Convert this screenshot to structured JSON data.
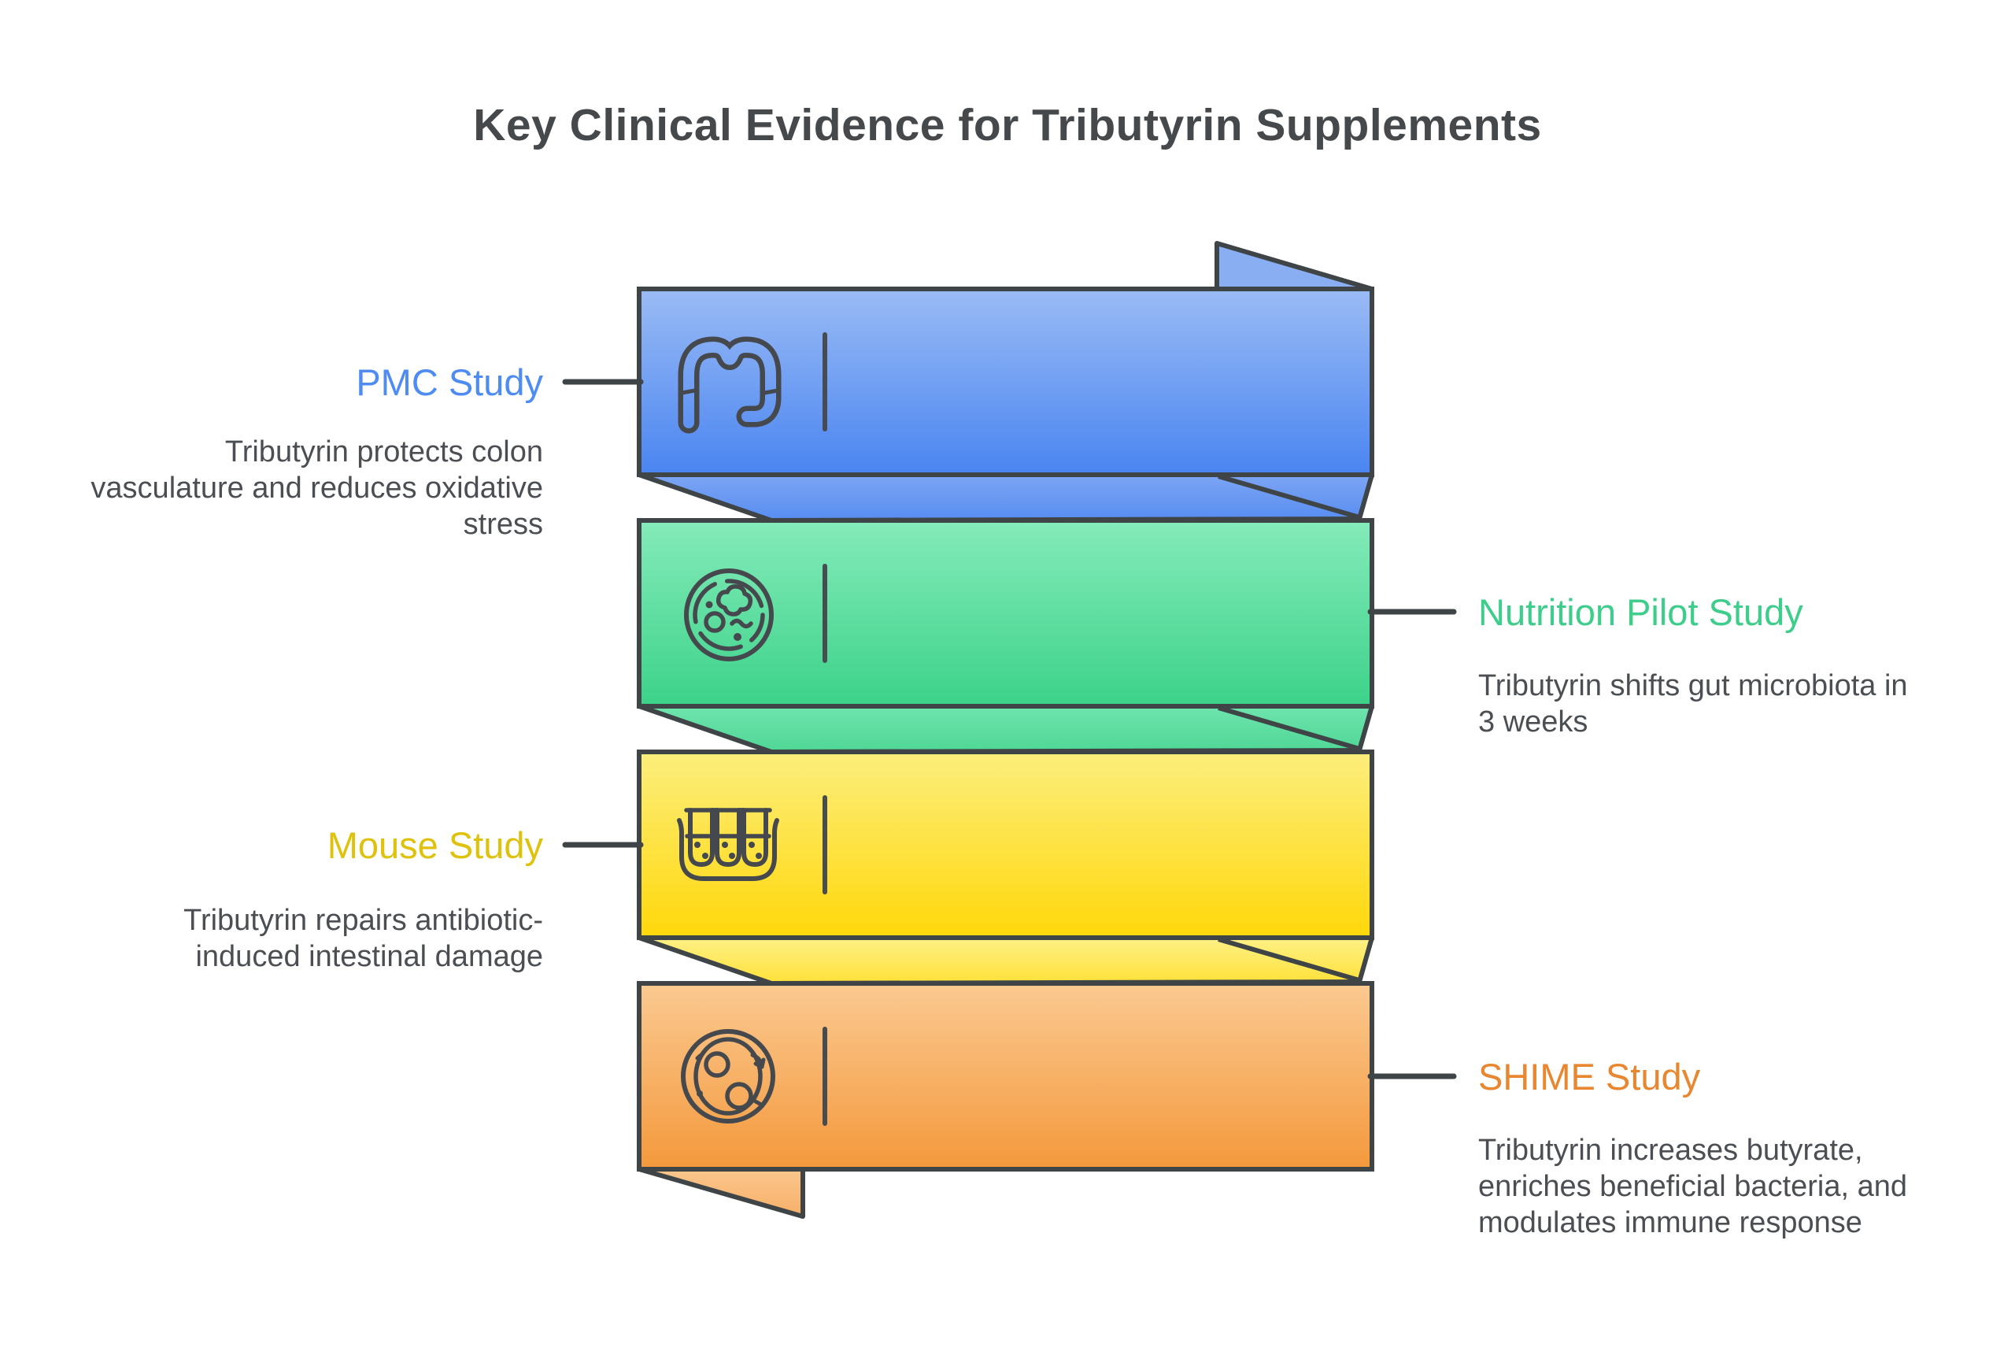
{
  "title": "Key Clinical Evidence for Tributyrin Supplements",
  "studies": [
    {
      "id": "pmc",
      "label": "PMC Study",
      "description": "Tributyrin protects colon\nvasculature and reduces oxidative\nstress",
      "side": "left",
      "accent": "#4E8BF2",
      "band_color_top": "#9ABBF5",
      "band_color_bottom": "#4A85F1",
      "icon": "colon-icon"
    },
    {
      "id": "nutrition",
      "label": "Nutrition Pilot Study",
      "description": "Tributyrin shifts gut microbiota in\n3 weeks",
      "side": "right",
      "accent": "#3ECD8B",
      "band_color_top": "#85EBBA",
      "band_color_bottom": "#3CD289",
      "icon": "petri-dish-icon"
    },
    {
      "id": "mouse",
      "label": "Mouse Study",
      "description": "Tributyrin repairs antibiotic-\ninduced intestinal damage",
      "side": "left",
      "accent": "#DEC20E",
      "band_color_top": "#FCEE7D",
      "band_color_bottom": "#FFD70A",
      "icon": "test-tube-rack-icon"
    },
    {
      "id": "shime",
      "label": "SHIME Study",
      "description": "Tributyrin increases butyrate,\nenriches beneficial bacteria, and\nmodulates immune response",
      "side": "right",
      "accent": "#E8872F",
      "band_color_top": "#FBC991",
      "band_color_bottom": "#F4993C",
      "icon": "fermentation-dish-icon"
    }
  ],
  "colors": {
    "outline": "#3F4447",
    "icon_stroke": "#45494D",
    "title_text": "#46494C",
    "description_text": "#4B4F53",
    "background": "#FFFFFF"
  }
}
